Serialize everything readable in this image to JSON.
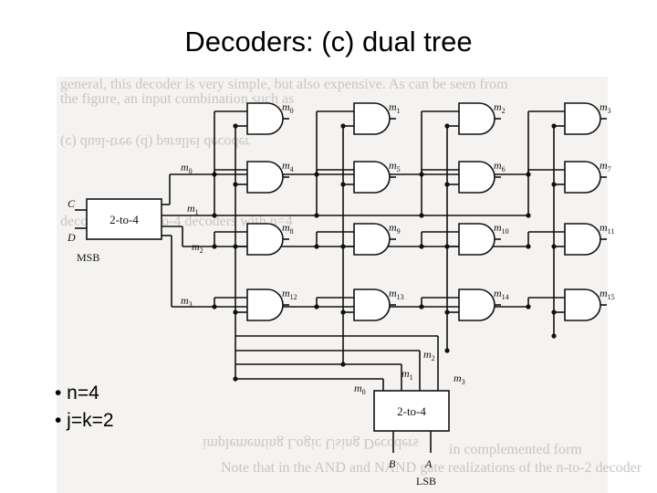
{
  "slide": {
    "title": "Decoders: (c) dual tree"
  },
  "bullets": [
    "• n=4",
    "• j=k=2"
  ],
  "circuit": {
    "top_decoder": {
      "label": "2-to-4",
      "inputs": [
        "C",
        "D"
      ],
      "msb_label": "MSB",
      "outputs": [
        "m",
        "m",
        "m",
        "m"
      ],
      "output_subs": [
        "0",
        "1",
        "2",
        "3"
      ]
    },
    "bottom_decoder": {
      "label": "2-to-4",
      "inputs": [
        "B",
        "A"
      ],
      "lsb_label": "LSB",
      "outputs": [
        "m",
        "m",
        "m",
        "m"
      ],
      "output_subs": [
        "0",
        "1",
        "2",
        "3"
      ]
    },
    "gates": [
      {
        "name": "m",
        "sub": "0"
      },
      {
        "name": "m",
        "sub": "1"
      },
      {
        "name": "m",
        "sub": "2"
      },
      {
        "name": "m",
        "sub": "3"
      },
      {
        "name": "m",
        "sub": "4"
      },
      {
        "name": "m",
        "sub": "5"
      },
      {
        "name": "m",
        "sub": "6"
      },
      {
        "name": "m",
        "sub": "7"
      },
      {
        "name": "m",
        "sub": "8"
      },
      {
        "name": "m",
        "sub": "9"
      },
      {
        "name": "m",
        "sub": "10"
      },
      {
        "name": "m",
        "sub": "11"
      },
      {
        "name": "m",
        "sub": "12"
      },
      {
        "name": "m",
        "sub": "13"
      },
      {
        "name": "m",
        "sub": "14"
      },
      {
        "name": "m",
        "sub": "15"
      }
    ]
  },
  "scan_background": [
    "general, this decoder is very simple, but also expensive. As can be seen from",
    "the figure, an input combination such as",
    "(c) dual-tree (d) parallel decoder",
    "decoder using 2-to-4 decoders with n=4",
    "implementing Logic Using Decoders",
    "Note that in the AND and NAND gate realizations of the n-to-2 decoder",
    "in complemented form"
  ],
  "colors": {
    "ink": "#111111",
    "paper": "#f4f3f1",
    "ghost": "#c9c6c2"
  }
}
